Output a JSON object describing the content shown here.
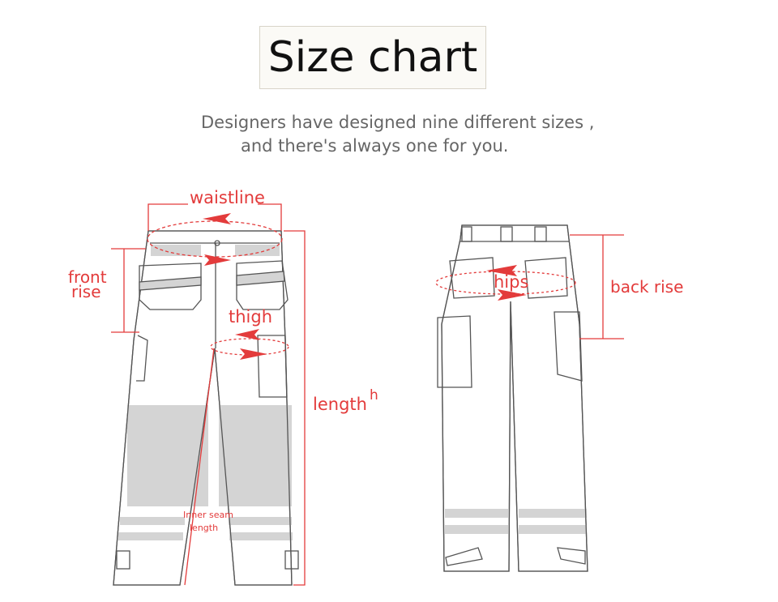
{
  "title": "Size chart",
  "subtitle": {
    "line1": "Designers have designed nine different sizes ,",
    "line2": "and there's always one for you."
  },
  "labels": {
    "waistline": "waistline",
    "front_rise_1": "front",
    "front_rise_2": "rise",
    "thigh": "thigh",
    "length": "length",
    "length_suffix": "h",
    "inner_seam_1": "Inner seam",
    "inner_seam_2": "length",
    "hips": "hips",
    "back_rise": "back rise"
  },
  "colors": {
    "accent": "#e33b3b",
    "line": "#555555",
    "panel": "#d4d4d4"
  }
}
